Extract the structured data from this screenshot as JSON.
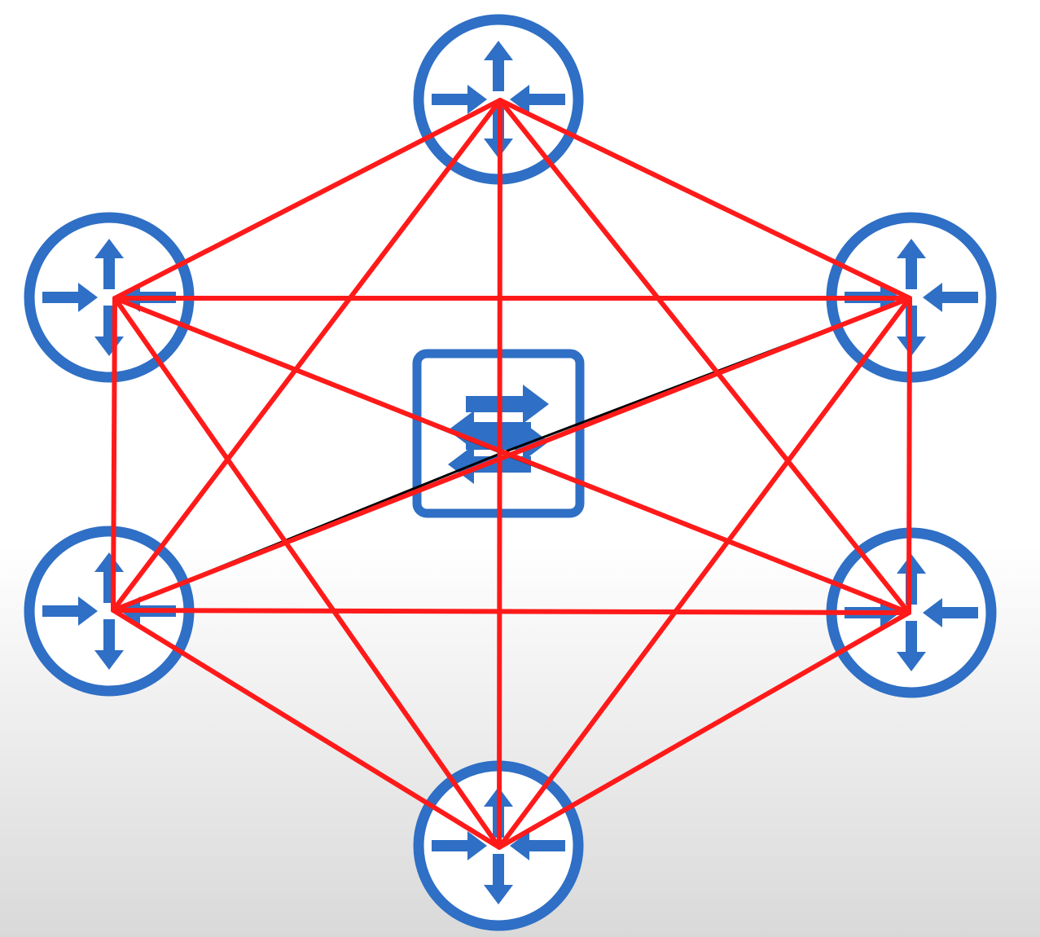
{
  "colors": {
    "device": "#2f6fc5",
    "link_red": "#ff1a1a",
    "link_black": "#000000",
    "fill": "#ffffff"
  },
  "devices": [
    {
      "id": "router-top",
      "type": "router",
      "icon": "router-icon"
    },
    {
      "id": "router-upper-left",
      "type": "router",
      "icon": "router-icon"
    },
    {
      "id": "router-upper-right",
      "type": "router",
      "icon": "router-icon"
    },
    {
      "id": "router-lower-left",
      "type": "router",
      "icon": "router-icon"
    },
    {
      "id": "router-lower-right",
      "type": "router",
      "icon": "router-icon"
    },
    {
      "id": "router-bottom",
      "type": "router",
      "icon": "router-icon"
    },
    {
      "id": "switch-center",
      "type": "switch",
      "icon": "switch-icon"
    }
  ],
  "links": {
    "full_mesh": [
      [
        "router-top",
        "router-upper-left"
      ],
      [
        "router-top",
        "router-upper-right"
      ],
      [
        "router-top",
        "router-lower-left"
      ],
      [
        "router-top",
        "router-lower-right"
      ],
      [
        "router-top",
        "router-bottom"
      ],
      [
        "router-upper-left",
        "router-upper-right"
      ],
      [
        "router-upper-left",
        "router-lower-left"
      ],
      [
        "router-upper-left",
        "router-lower-right"
      ],
      [
        "router-upper-left",
        "router-bottom"
      ],
      [
        "router-upper-right",
        "router-lower-left"
      ],
      [
        "router-upper-right",
        "router-lower-right"
      ],
      [
        "router-upper-right",
        "router-bottom"
      ],
      [
        "router-lower-left",
        "router-lower-right"
      ],
      [
        "router-lower-left",
        "router-bottom"
      ],
      [
        "router-lower-right",
        "router-bottom"
      ]
    ],
    "to_switch": [
      [
        "router-upper-left",
        "switch-center"
      ],
      [
        "router-upper-right",
        "switch-center"
      ],
      [
        "router-lower-left",
        "switch-center"
      ],
      [
        "router-lower-right",
        "switch-center"
      ]
    ]
  }
}
